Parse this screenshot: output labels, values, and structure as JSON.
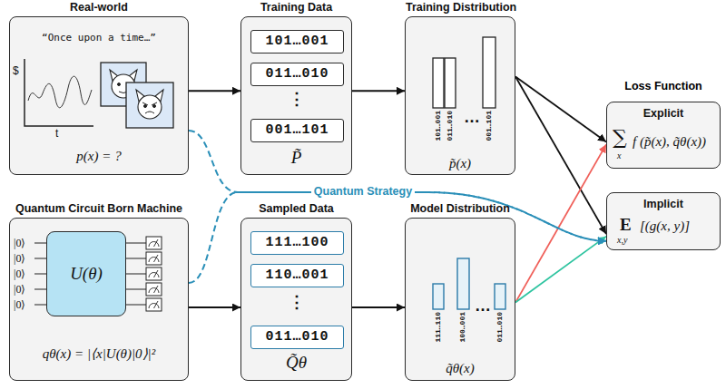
{
  "diagram": {
    "nodes": [
      {
        "text": [
          "Real-world",
          "“Once upon a time…”",
          "$",
          "t",
          "p(x) = ?"
        ]
      },
      {
        "text": [
          "Training Data",
          "⋮",
          "P̃"
        ]
      },
      {
        "text": [
          "101…001"
        ],
        "in": 1
      },
      {
        "text": [
          "011…010"
        ],
        "in": 1
      },
      {
        "text": [
          "001…101"
        ],
        "in": 1
      },
      {
        "text": [
          "Training Distribution",
          "101…001",
          "011…010",
          "…",
          "001…101",
          "p̃(x)"
        ]
      },
      {
        "text": [
          "Explicit",
          "∑",
          "x",
          "f (p̃(x), q̃θ(x))"
        ]
      },
      {
        "text": [
          "Implicit",
          "E",
          "x,y",
          "[(g(x, y)]"
        ]
      },
      {
        "text": [
          "Quantum Circuit Born Machine",
          "|0⟩",
          "|0⟩",
          "|0⟩",
          "|0⟩",
          "|0⟩",
          "qθ(x) = |⟨x|U(θ)|0⟩|²"
        ]
      },
      {
        "text": [
          "U(θ)"
        ],
        "in": 8
      },
      {
        "text": [
          "Sampled Data",
          "⋮",
          "Q̃θ"
        ]
      },
      {
        "text": [
          "111…100"
        ],
        "in": 10
      },
      {
        "text": [
          "110…001"
        ],
        "in": 10
      },
      {
        "text": [
          "011…010"
        ],
        "in": 10
      },
      {
        "text": [
          "Model Distribution",
          "111…110",
          "100…001",
          "…",
          "011…010",
          "q̃θ(x)"
        ]
      }
    ],
    "edges": [
      {
        "from": 0,
        "to": 1,
        "arrow": "to"
      },
      {
        "from": 1,
        "to": 5,
        "arrow": "to"
      },
      {
        "from": 5,
        "to": 6,
        "arrow": "to"
      },
      {
        "from": 5,
        "to": 7,
        "arrow": "to"
      },
      {
        "from": 8,
        "to": 10,
        "arrow": "to"
      },
      {
        "from": 10,
        "to": 14,
        "arrow": "to"
      },
      {
        "from": 14,
        "to": 6,
        "arrow": "to"
      },
      {
        "from": 14,
        "to": 7,
        "arrow": "to"
      },
      {
        "from": 0,
        "to": 7,
        "label": "Quantum Strategy",
        "arrow": "to"
      },
      {
        "from": 8,
        "to": 7,
        "arrow": "to"
      }
    ],
    "labels": [
      "Loss Function"
    ]
  }
}
